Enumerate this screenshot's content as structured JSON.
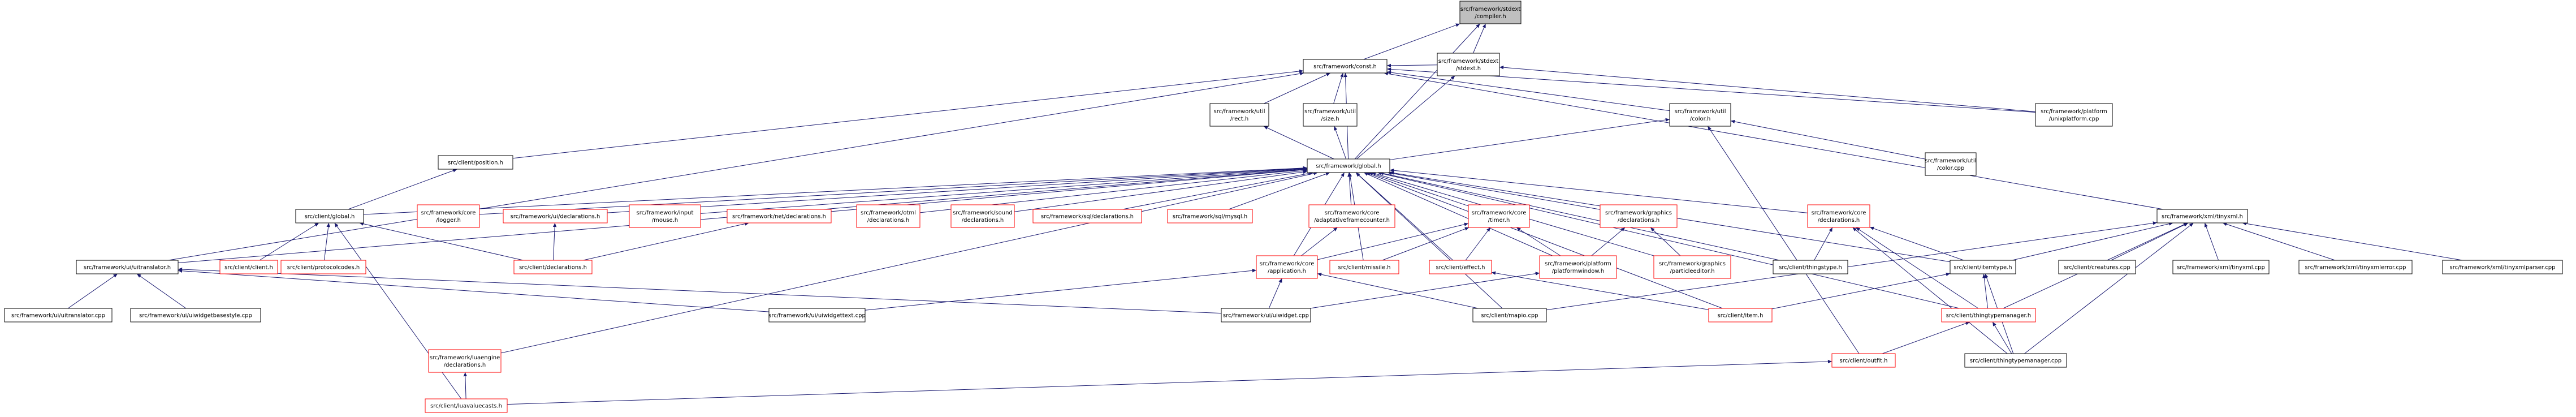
{
  "graph": {
    "colors": {
      "edge": "#191970",
      "node_fill": "#ffffff",
      "root_fill": "#bfbfbf",
      "border_black": "#000000",
      "border_red": "#ff0000"
    },
    "nodes": [
      {
        "id": "compiler",
        "lines": [
          "src/framework/stdext",
          "/compiler.h"
        ],
        "border": "gray"
      },
      {
        "id": "const",
        "lines": [
          "src/framework/const.h"
        ],
        "border": "black"
      },
      {
        "id": "stdext",
        "lines": [
          "src/framework/stdext",
          "/stdext.h"
        ],
        "border": "black"
      },
      {
        "id": "rect",
        "lines": [
          "src/framework/util",
          "/rect.h"
        ],
        "border": "black"
      },
      {
        "id": "size",
        "lines": [
          "src/framework/util",
          "/size.h"
        ],
        "border": "black"
      },
      {
        "id": "color",
        "lines": [
          "src/framework/util",
          "/color.h"
        ],
        "border": "black"
      },
      {
        "id": "unixplatform",
        "lines": [
          "src/framework/platform",
          "/unixplatform.cpp"
        ],
        "border": "black"
      },
      {
        "id": "position",
        "lines": [
          "src/client/position.h"
        ],
        "border": "black"
      },
      {
        "id": "fwglobal",
        "lines": [
          "src/framework/global.h"
        ],
        "border": "black"
      },
      {
        "id": "colorcpp",
        "lines": [
          "src/framework/util",
          "/color.cpp"
        ],
        "border": "black"
      },
      {
        "id": "tinyxml",
        "lines": [
          "src/framework/xml/tinyxml.h"
        ],
        "border": "black"
      },
      {
        "id": "clientglobal",
        "lines": [
          "src/client/global.h"
        ],
        "border": "black"
      },
      {
        "id": "logger",
        "lines": [
          "src/framework/core",
          "/logger.h"
        ],
        "border": "red"
      },
      {
        "id": "uidecl",
        "lines": [
          "src/framework/ui/declarations.h"
        ],
        "border": "red"
      },
      {
        "id": "mouse",
        "lines": [
          "src/framework/input",
          "/mouse.h"
        ],
        "border": "red"
      },
      {
        "id": "netdecl",
        "lines": [
          "src/framework/net/declarations.h"
        ],
        "border": "red"
      },
      {
        "id": "otmldecl",
        "lines": [
          "src/framework/otml",
          "/declarations.h"
        ],
        "border": "red"
      },
      {
        "id": "sounddecl",
        "lines": [
          "src/framework/sound",
          "/declarations.h"
        ],
        "border": "red"
      },
      {
        "id": "sqldecl",
        "lines": [
          "src/framework/sql/declarations.h"
        ],
        "border": "red"
      },
      {
        "id": "mysql",
        "lines": [
          "src/framework/sql/mysql.h"
        ],
        "border": "red"
      },
      {
        "id": "adaptive",
        "lines": [
          "src/framework/core",
          "/adaptativeframecounter.h"
        ],
        "border": "red"
      },
      {
        "id": "timer",
        "lines": [
          "src/framework/core",
          "/timer.h"
        ],
        "border": "red"
      },
      {
        "id": "graphicsdecl",
        "lines": [
          "src/framework/graphics",
          "/declarations.h"
        ],
        "border": "red"
      },
      {
        "id": "coredecl",
        "lines": [
          "src/framework/core",
          "/declarations.h"
        ],
        "border": "red"
      },
      {
        "id": "uitranslator",
        "lines": [
          "src/framework/ui/uitranslator.h"
        ],
        "border": "black"
      },
      {
        "id": "clienth",
        "lines": [
          "src/client/client.h"
        ],
        "border": "red"
      },
      {
        "id": "protocolcodes",
        "lines": [
          "src/client/protocolcodes.h"
        ],
        "border": "red"
      },
      {
        "id": "clientdecl",
        "lines": [
          "src/client/declarations.h"
        ],
        "border": "red"
      },
      {
        "id": "application",
        "lines": [
          "src/framework/core",
          "/application.h"
        ],
        "border": "red"
      },
      {
        "id": "missile",
        "lines": [
          "src/client/missile.h"
        ],
        "border": "red"
      },
      {
        "id": "effect",
        "lines": [
          "src/client/effect.h"
        ],
        "border": "red"
      },
      {
        "id": "platformwindow",
        "lines": [
          "src/framework/platform",
          "/platformwindow.h"
        ],
        "border": "red"
      },
      {
        "id": "particleeditor",
        "lines": [
          "src/framework/graphics",
          "/particleeditor.h"
        ],
        "border": "red"
      },
      {
        "id": "thingstype",
        "lines": [
          "src/client/thingstype.h"
        ],
        "border": "black"
      },
      {
        "id": "itemtype",
        "lines": [
          "src/client/itemtype.h"
        ],
        "border": "black"
      },
      {
        "id": "creatures",
        "lines": [
          "src/client/creatures.cpp"
        ],
        "border": "black"
      },
      {
        "id": "tinyxmlcpp",
        "lines": [
          "src/framework/xml/tinyxml.cpp"
        ],
        "border": "black"
      },
      {
        "id": "tinyxmlerror",
        "lines": [
          "src/framework/xml/tinyxmlerror.cpp"
        ],
        "border": "black"
      },
      {
        "id": "tinyxmlparser",
        "lines": [
          "src/framework/xml/tinyxmlparser.cpp"
        ],
        "border": "black"
      },
      {
        "id": "uitranslatorcpp",
        "lines": [
          "src/framework/ui/uitranslator.cpp"
        ],
        "border": "black"
      },
      {
        "id": "uiwidgetbasestyle",
        "lines": [
          "src/framework/ui/uiwidgetbasestyle.cpp"
        ],
        "border": "black"
      },
      {
        "id": "uiwidgettext",
        "lines": [
          "src/framework/ui/uiwidgettext.cpp"
        ],
        "border": "black"
      },
      {
        "id": "uiwidget",
        "lines": [
          "src/framework/ui/uiwidget.cpp"
        ],
        "border": "black"
      },
      {
        "id": "mapio",
        "lines": [
          "src/client/mapio.cpp"
        ],
        "border": "black"
      },
      {
        "id": "item",
        "lines": [
          "src/client/item.h"
        ],
        "border": "red"
      },
      {
        "id": "thingtypemanagerh",
        "lines": [
          "src/client/thingtypemanager.h"
        ],
        "border": "red"
      },
      {
        "id": "luaengine",
        "lines": [
          "src/framework/luaengine",
          "/declarations.h"
        ],
        "border": "red"
      },
      {
        "id": "outfit",
        "lines": [
          "src/client/outfit.h"
        ],
        "border": "red"
      },
      {
        "id": "thingtypemanagercpp",
        "lines": [
          "src/client/thingtypemanager.cpp"
        ],
        "border": "black"
      },
      {
        "id": "luavaluecasts",
        "lines": [
          "src/client/luavaluecasts.h"
        ],
        "border": "red"
      }
    ]
  }
}
